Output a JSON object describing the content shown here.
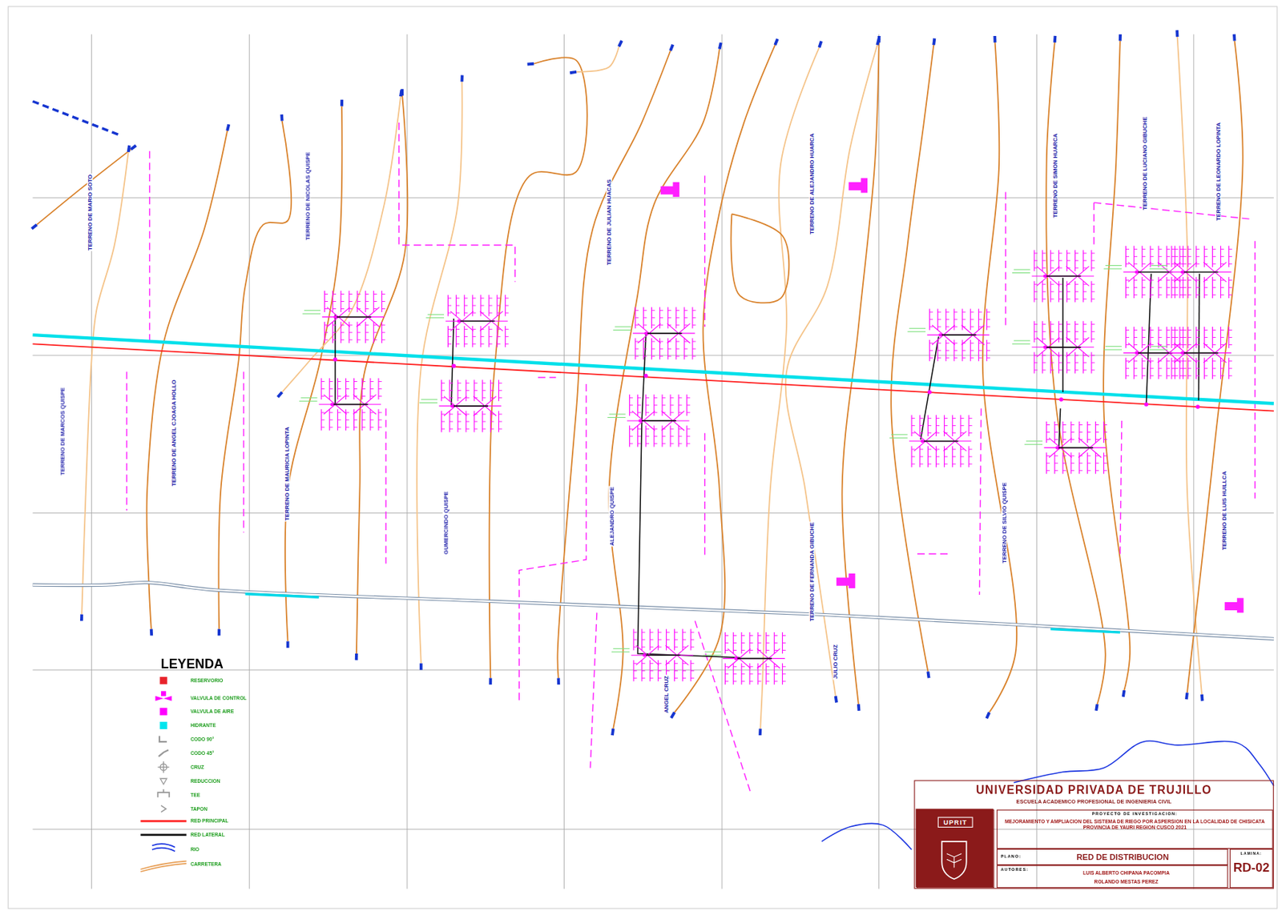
{
  "diagram": {
    "nodes": [
      {
        "text": [
          "UNIVERSIDAD PRIVADA DE TRUJILLO",
          "ESCUELA ACADEMICO PROFESIONAL DE INGENIERIA CIVIL"
        ]
      },
      {
        "text": [
          "UPRIT"
        ],
        "in": 0
      },
      {
        "text": [
          "PROYECTO DE INVESTIGACION:",
          "MEJORAMIENTO Y AMPLIACION DEL SISTEMA DE RIEGO POR ASPERSION EN LA LOCALIDAD DE CHISICATA PROVINCIA DE YAURI REGION CUSCO 2021"
        ],
        "in": 0
      },
      {
        "text": [
          "PLANO:",
          "RED DE DISTRIBUCION"
        ],
        "in": 0
      },
      {
        "text": [
          "AUTORES:",
          "LUIS ALBERTO CHIPANA PACOMPIA",
          "ROLANDO MESTAS PEREZ"
        ],
        "in": 0
      },
      {
        "text": [
          "LAMINA:",
          "RD-02"
        ],
        "in": 0
      }
    ],
    "labels": [
      "TERRENO DE MARIO SOTO",
      "TERRENO DE NICOLAS QUISPE",
      "TERRENO DE JULIAN HUACAS",
      "TERRENO DE ALEJANDRO HUARCA",
      "TERRENO DE SIMON HUARCA",
      "TERRENO DE LUCIANO GIBUCHE",
      "TERRENO DE LEONARDO LOPINTA",
      "TERRENO DE MARCOS QUISPE",
      "TERRENO DE ANGEL CJOAGA HOLLO",
      "TERRENO DE MAURICIA LOPINTA",
      "GUMERCINDO QUISPE",
      "ALEJANDRO QUISPE",
      "TERRENO DE FERNANDA GIBUCHE",
      "TERRENO DE SILVIO QUISPE",
      "TERRENO DE LUIS HUILLCA",
      "ANGEL CRUZ",
      "JULIO CRUZ",
      "LEYENDA"
    ],
    "legend": [
      {
        "text": "RESERVORIO",
        "color": "#e8232b"
      },
      {
        "text": "VALVULA DE CONTROL"
      },
      {
        "text": "VALVULA DE AIRE",
        "color": "#ff00ff"
      },
      {
        "text": "HIDRANTE",
        "color": "#00e5ee"
      },
      {
        "text": "CODO 90°"
      },
      {
        "text": "CODO 45°"
      },
      {
        "text": "CRUZ"
      },
      {
        "text": "REDUCCION"
      },
      {
        "text": "TEE"
      },
      {
        "text": "TAPON"
      },
      {
        "text": "RED PRINCIPAL"
      },
      {
        "text": "RED LATERAL"
      },
      {
        "text": "RIO"
      },
      {
        "text": "CARRETERA"
      }
    ]
  }
}
